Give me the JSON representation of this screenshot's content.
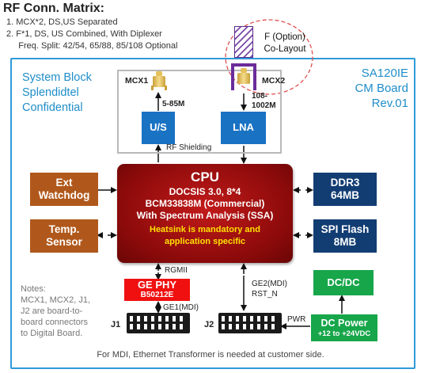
{
  "header": {
    "title": "RF Conn. Matrix:",
    "lines": [
      "1.  MCX*2, DS,US Separated",
      "2.  F*1, DS, US Combined, With Diplexer",
      "     Freq. Split: 42/54, 65/88, 85/108 Optional"
    ]
  },
  "f_option": [
    "F (Option)",
    "Co-Layout"
  ],
  "board_info": [
    "SA120IE",
    "CM Board",
    "Rev.01"
  ],
  "system_block": [
    "System Block",
    "Splendidtel",
    "Confidential"
  ],
  "connectors": {
    "mcx1": "MCX1",
    "mcx2": "MCX2",
    "mcx1_freq": "5-85M",
    "mcx2_freq": [
      "108-",
      "1002M"
    ]
  },
  "blocks": {
    "us": "U/S",
    "lna": "LNA",
    "rf_shielding": "RF Shielding",
    "ext_watchdog": [
      "Ext",
      "Watchdog"
    ],
    "temp_sensor": [
      "Temp.",
      "Sensor"
    ],
    "ddr3": [
      "DDR3",
      "64MB"
    ],
    "spi_flash": [
      "SPI Flash",
      "8MB"
    ],
    "ge_phy": [
      "GE PHY",
      "B50212E"
    ],
    "dcdc": "DC/DC",
    "dc_power": [
      "DC Power",
      "+12 to +24VDC"
    ]
  },
  "cpu": {
    "title": "CPU",
    "lines": [
      "DOCSIS 3.0, 8*4",
      "BCM33838M (Commercial)",
      "With Spectrum Analysis (SSA)"
    ],
    "note": [
      "Heatsink is mandatory and",
      "application specific"
    ]
  },
  "signals": {
    "rgmii": "RGMII",
    "ge1": "GE1(MDI)",
    "ge2": [
      "GE2(MDI)",
      "RST_N"
    ],
    "pwr": "PWR"
  },
  "jacks": {
    "j1": "J1",
    "j2": "J2"
  },
  "notes": [
    "Notes:",
    "MCX1, MCX2, J1,",
    "J2 are board-to-",
    "board connectors",
    "to Digital Board."
  ],
  "footer": "For MDI, Ethernet Transformer is needed at customer side.",
  "colors": {
    "board_border": "#2f9ad8",
    "cpu": "#a31212",
    "orange_block": "#b0581b",
    "navy_block": "#123d73",
    "blue_block": "#1a72c3",
    "green_block": "#17a64a",
    "red_block": "#f01010",
    "heatsink_note": "#ffe000"
  }
}
